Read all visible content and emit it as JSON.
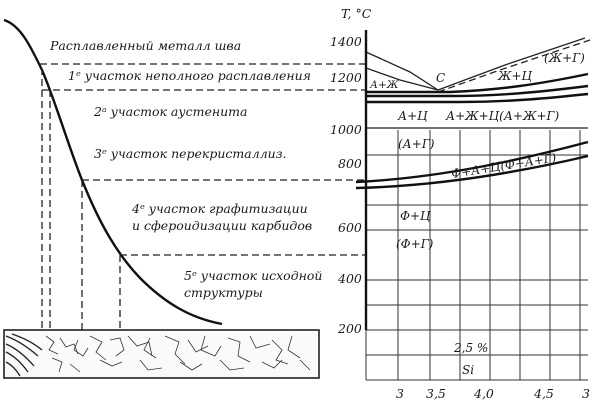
{
  "axis": {
    "temperature_label": "T, °C",
    "y_ticks": [
      "1400",
      "1200",
      "1000",
      "800",
      "600",
      "400",
      "200"
    ],
    "x_ticks": [
      "3",
      "3,5",
      "4,0",
      "4,5",
      "3"
    ]
  },
  "weld_zones": {
    "molten": "Расплавленный металл шва",
    "zone1": "1ᵉ участок неполного расплавления",
    "zone2": "2ᵃ участок аустенита",
    "zone3": "3ᵉ участок перекристаллиз.",
    "zone4_line1": "4ᵉ участок графитизации",
    "zone4_line2": "и сфероидизации карбидов",
    "zone5_line1": "5ᵉ участок исходной",
    "zone5_line2": "структуры"
  },
  "phase_fields": {
    "l_g": "(Ж+Г)",
    "a_l": "А+Ж",
    "c_point": "С",
    "l_c": "Ж+Ц",
    "a_c": "А+Ц",
    "a_l_c": "А+Ж+Ц(А+Ж+Г)",
    "a_g": "(А+Г)",
    "f_a_c": "Ф+А+Ц(Ф+А+Г)",
    "f_c": "Ф+Ц",
    "f_g": "(Ф+Г)",
    "si_percent": "2,5 %",
    "si": "Si"
  }
}
